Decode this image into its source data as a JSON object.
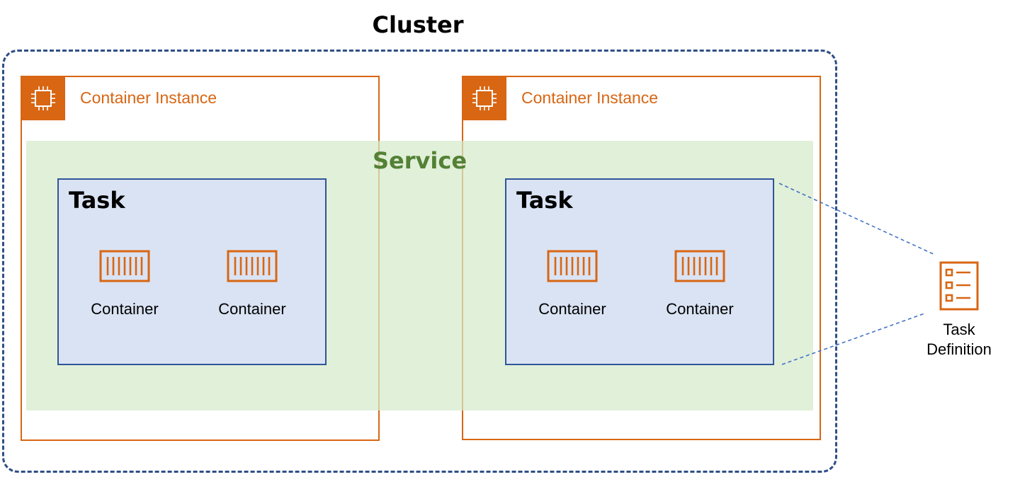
{
  "cluster": {
    "title": "Cluster"
  },
  "instances": [
    {
      "label": "Container Instance"
    },
    {
      "label": "Container Instance"
    }
  ],
  "service": {
    "title": "Service"
  },
  "tasks": [
    {
      "title": "Task",
      "containers": [
        {
          "label": "Container"
        },
        {
          "label": "Container"
        }
      ]
    },
    {
      "title": "Task",
      "containers": [
        {
          "label": "Container"
        },
        {
          "label": "Container"
        }
      ]
    }
  ],
  "task_definition": {
    "line1": "Task",
    "line2": "Definition"
  },
  "colors": {
    "cluster_border": "#2f4f86",
    "instance": "#d86613",
    "service_fill": "#e2efda",
    "service_text": "#538135",
    "task_fill": "#dae3f3",
    "task_border": "#2f5597",
    "connector": "#4472c4"
  },
  "icons": {
    "instance": "ec2-chip-icon",
    "container": "container-icon",
    "task_definition": "task-definition-list-icon"
  }
}
